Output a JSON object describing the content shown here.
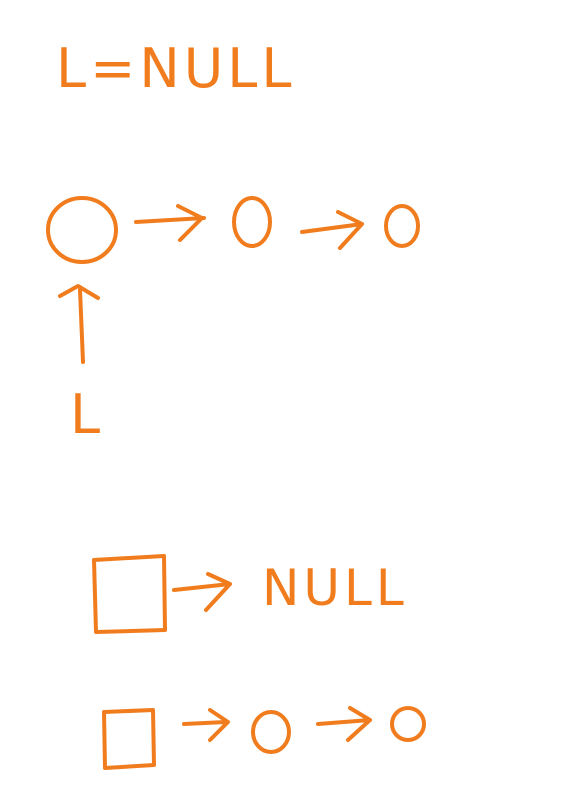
{
  "colors": {
    "ink": "#F07C1E"
  },
  "statement": {
    "text": "L=NULL"
  },
  "pointer_label": {
    "text": "L"
  },
  "null_label": {
    "text": "NULL"
  },
  "list_1": {
    "node_shape": "circle",
    "node_count": 3,
    "head_pointer": "up-arrow"
  },
  "list_2": {
    "head_shape": "square",
    "terminates_at": "NULL"
  },
  "list_3": {
    "head_shape": "square",
    "following_node_shape": "circle",
    "node_count": 3
  }
}
